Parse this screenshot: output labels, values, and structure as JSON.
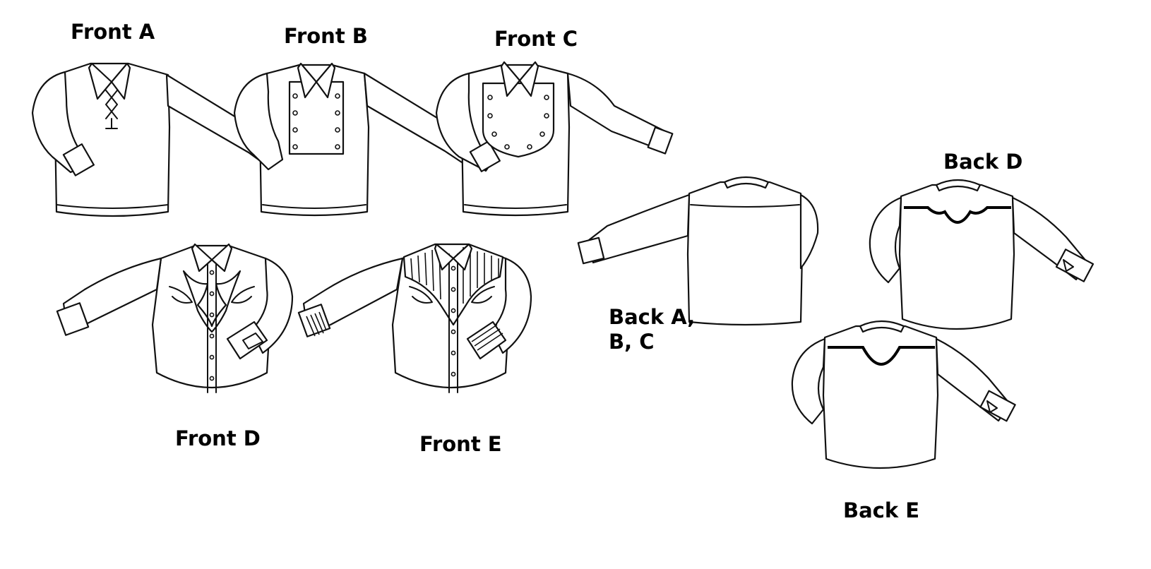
{
  "labels": {
    "front_a": "Front A",
    "front_b": "Front B",
    "front_c": "Front C",
    "front_d": "Front D",
    "front_e": "Front E",
    "back_abc": "Back A,\nB, C",
    "back_d": "Back D",
    "back_e": "Back E"
  },
  "colors": {
    "line": "#111111",
    "background": "#ffffff"
  },
  "figures": [
    {
      "id": "front-a",
      "view": "front",
      "closure": "lace-up"
    },
    {
      "id": "front-b",
      "view": "front",
      "closure": "bib"
    },
    {
      "id": "front-c",
      "view": "front",
      "closure": "shield-bib"
    },
    {
      "id": "front-d",
      "view": "front",
      "closure": "snap-placket"
    },
    {
      "id": "front-e",
      "view": "front",
      "closure": "snap-placket"
    },
    {
      "id": "back-abc",
      "view": "back"
    },
    {
      "id": "back-d",
      "view": "back"
    },
    {
      "id": "back-e",
      "view": "back"
    }
  ]
}
